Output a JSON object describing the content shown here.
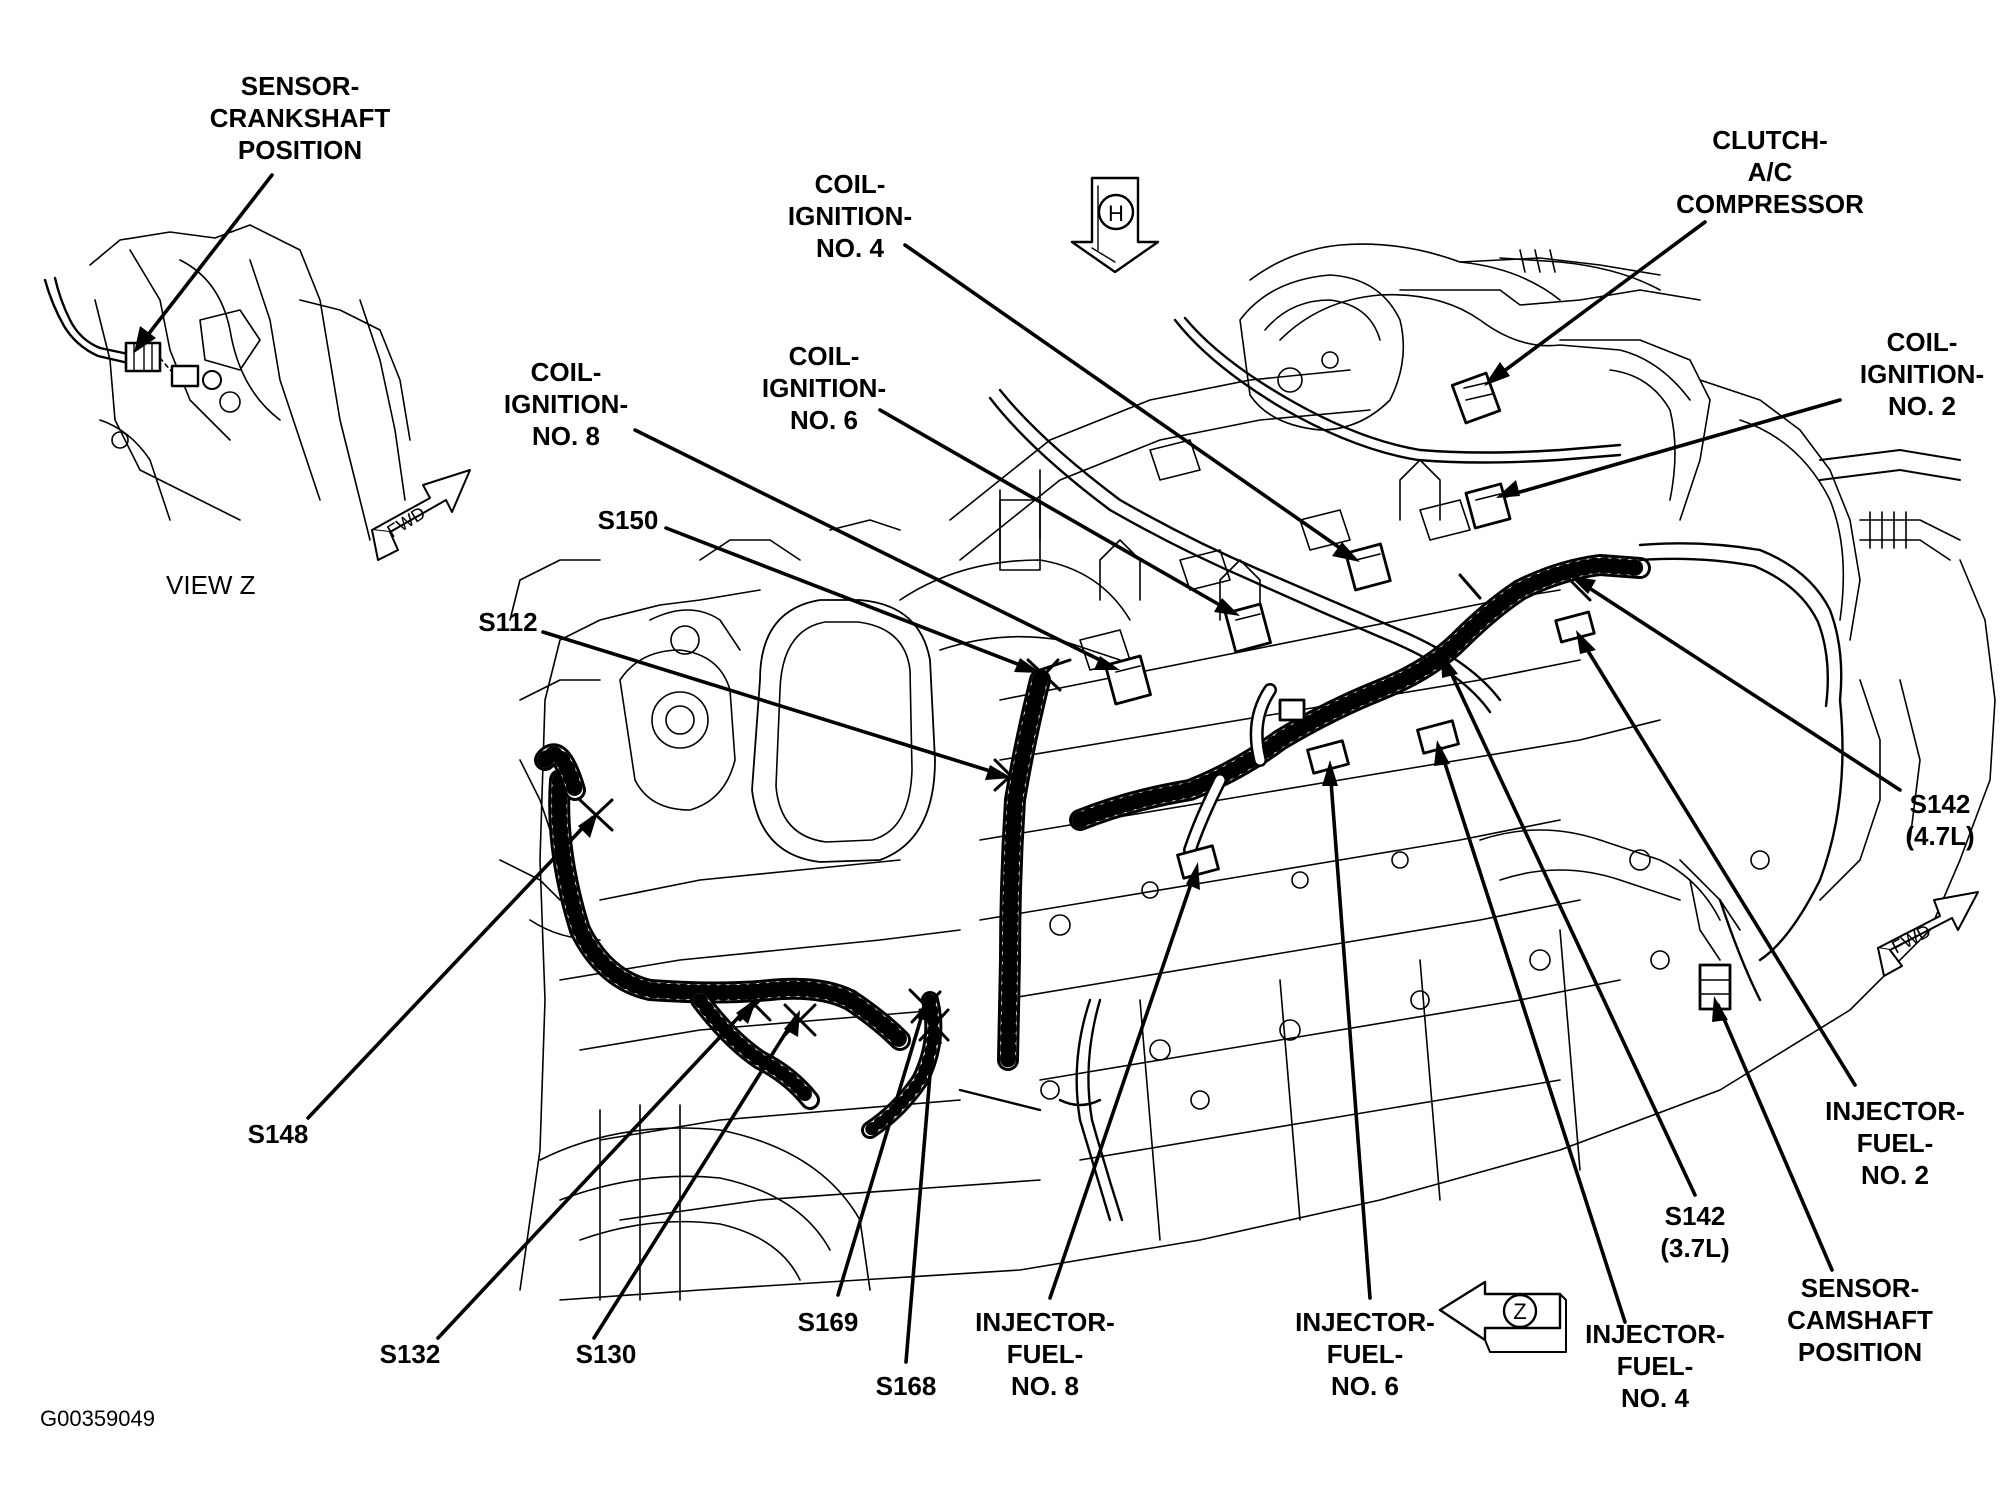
{
  "figure_id": "G00359049",
  "view_label": "VIEW Z",
  "view_markers": {
    "h": "H",
    "z": "Z"
  },
  "fwd_label": "FWD",
  "callouts": {
    "sensor_crankshaft": [
      "SENSOR-",
      "CRANKSHAFT",
      "POSITION"
    ],
    "coil_no4": [
      "COIL-",
      "IGNITION-",
      "NO. 4"
    ],
    "clutch_ac": [
      "CLUTCH-",
      "A/C",
      "COMPRESSOR"
    ],
    "coil_no8": [
      "COIL-",
      "IGNITION-",
      "NO. 8"
    ],
    "coil_no6": [
      "COIL-",
      "IGNITION-",
      "NO. 6"
    ],
    "coil_no2": [
      "COIL-",
      "IGNITION-",
      "NO. 2"
    ],
    "s150": [
      "S150"
    ],
    "s112": [
      "S112"
    ],
    "s142_47": [
      "S142",
      "(4.7L)"
    ],
    "s148": [
      "S148"
    ],
    "s132": [
      "S132"
    ],
    "s130": [
      "S130"
    ],
    "s169": [
      "S169"
    ],
    "s168": [
      "S168"
    ],
    "injector_no8": [
      "INJECTOR-",
      "FUEL-",
      "NO. 8"
    ],
    "injector_no6": [
      "INJECTOR-",
      "FUEL-",
      "NO. 6"
    ],
    "injector_no4": [
      "INJECTOR-",
      "FUEL-",
      "NO. 4"
    ],
    "s142_37": [
      "S142",
      "(3.7L)"
    ],
    "injector_no2": [
      "INJECTOR-",
      "FUEL-",
      "NO. 2"
    ],
    "sensor_camshaft": [
      "SENSOR-",
      "CAMSHAFT",
      "POSITION"
    ]
  }
}
